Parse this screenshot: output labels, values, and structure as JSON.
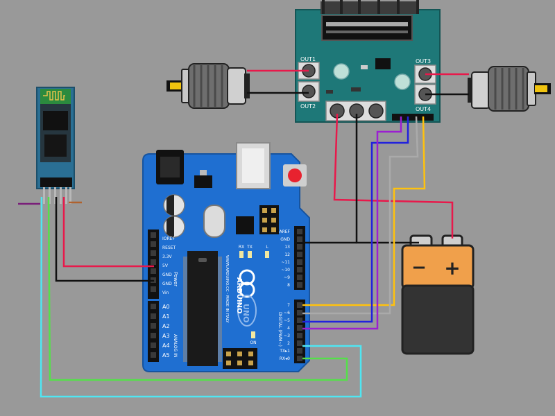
{
  "driver": {
    "out1": "OUT1",
    "out2": "OUT2",
    "out3": "OUT3",
    "out4": "OUT4"
  },
  "arduino": {
    "power_pins": [
      "IOREF",
      "RESET",
      "3.3V",
      "5V",
      "GND",
      "GND",
      "Vin"
    ],
    "power_label": "Power",
    "analog_pins": [
      "A0",
      "A1",
      "A2",
      "A3",
      "A4",
      "A5"
    ],
    "analog_label": "ANALOG IN",
    "digital_top_pins": [
      "AREF",
      "GND",
      "13",
      "12",
      "~11",
      "~10",
      "~9",
      "8"
    ],
    "digital_bottom_pins": [
      "7",
      "~6",
      "~5",
      "4",
      "~3",
      "2",
      "TX▸1",
      "RX◂0"
    ],
    "digital_label": "DIGITAL (PWM~)",
    "brand": "ARDUINO",
    "model": "UNO",
    "site": "WWW.ARDUINO.CC - MADE IN ITALY",
    "led_labels": [
      "RX",
      "TX",
      "L"
    ],
    "on_label": "ON"
  },
  "battery": {
    "minus": "−",
    "plus": "+"
  },
  "colors": {
    "background": "#999999",
    "board": "#1f6fd1",
    "driver_board": "#1e7878",
    "red_wire": "#e8194b",
    "black_wire": "#111111",
    "yellow_wire": "#ffc20e",
    "purple_wire": "#9b1fd1",
    "blue_wire": "#2222dd",
    "gray_wire": "#aaaaaa",
    "green_wire": "#55e04a",
    "cyan_wire": "#4fe6f2"
  }
}
